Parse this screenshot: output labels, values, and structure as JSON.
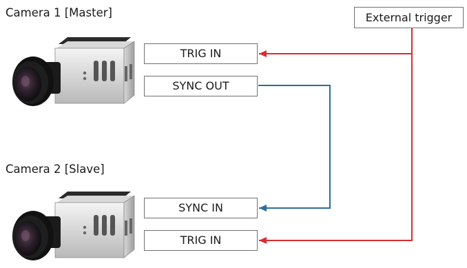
{
  "cameras": [
    {
      "title": "Camera 1 [Master]",
      "ports": [
        "TRIG IN",
        "SYNC OUT"
      ]
    },
    {
      "title": "Camera 2 [Slave]",
      "ports": [
        "SYNC IN",
        "TRIG IN"
      ]
    }
  ],
  "external_trigger": {
    "label": "External trigger"
  },
  "colors": {
    "trigger_line": "#dc2b2f",
    "sync_line": "#2d6c9f",
    "box_border": "#707070"
  }
}
